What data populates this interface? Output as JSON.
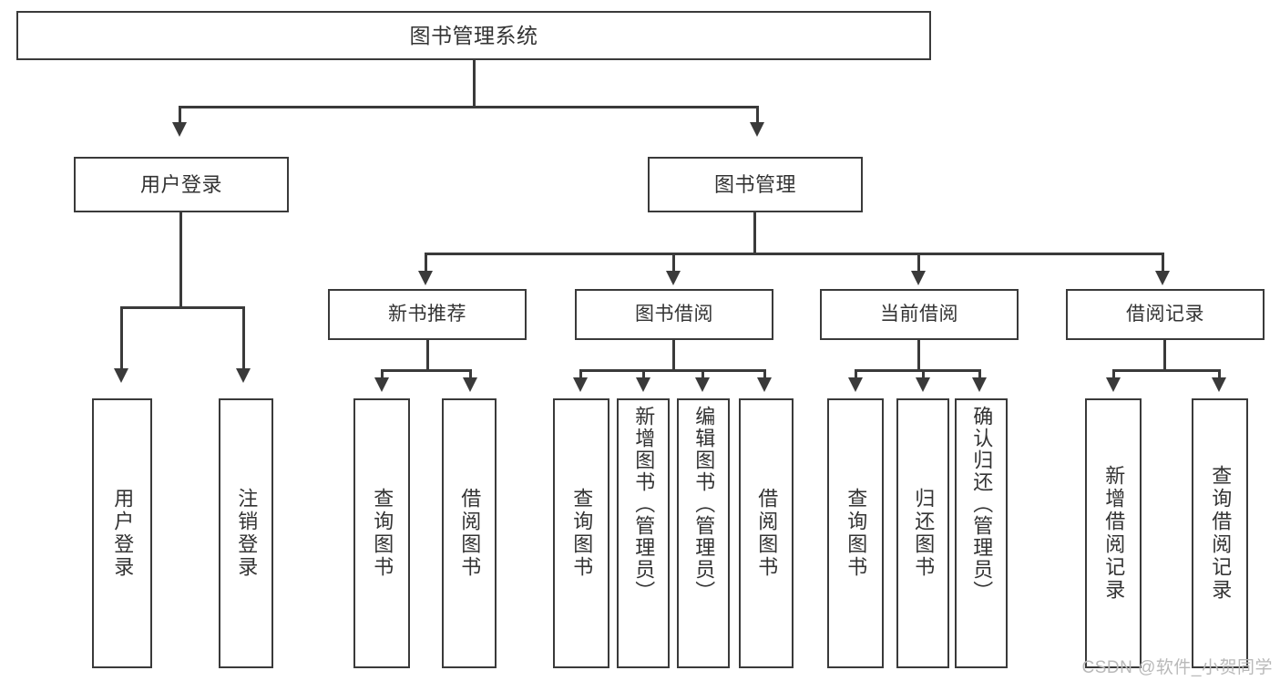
{
  "diagram": {
    "title": "图书管理系统",
    "type": "tree-hierarchy-chart",
    "root": {
      "label": "图书管理系统"
    },
    "level2": [
      {
        "label": "用户登录"
      },
      {
        "label": "图书管理"
      }
    ],
    "level3": [
      {
        "label": "新书推荐"
      },
      {
        "label": "图书借阅"
      },
      {
        "label": "当前借阅"
      },
      {
        "label": "借阅记录"
      }
    ],
    "leaves": [
      {
        "label": "用户登录"
      },
      {
        "label": "注销登录"
      },
      {
        "label": "查询图书"
      },
      {
        "label": "借阅图书"
      },
      {
        "label": "查询图书"
      },
      {
        "label": "新增图书（管理员）"
      },
      {
        "label": "编辑图书（管理员）"
      },
      {
        "label": "借阅图书"
      },
      {
        "label": "查询图书"
      },
      {
        "label": "归还图书"
      },
      {
        "label": "确认归还（管理员）"
      },
      {
        "label": "新增借阅记录"
      },
      {
        "label": "查询借阅记录"
      }
    ]
  },
  "watermark": {
    "text": "CSDN @软件_小贺同学"
  },
  "colors": {
    "line": "#3a3a3a",
    "box_border": "#3a3a3a",
    "text": "#333333",
    "background": "#ffffff",
    "watermark": "#b9b9b9"
  }
}
